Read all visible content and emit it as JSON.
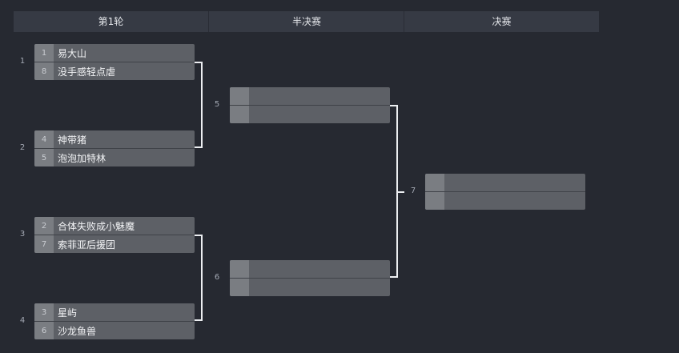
{
  "rounds": [
    {
      "label": "第1轮"
    },
    {
      "label": "半决赛"
    },
    {
      "label": "决赛"
    }
  ],
  "round1": [
    {
      "match_no": "1",
      "top": {
        "seed": "1",
        "team": "易大山"
      },
      "bottom": {
        "seed": "8",
        "team": "没手感轻点虐"
      }
    },
    {
      "match_no": "2",
      "top": {
        "seed": "4",
        "team": "神带猪"
      },
      "bottom": {
        "seed": "5",
        "team": "泡泡加特林"
      }
    },
    {
      "match_no": "3",
      "top": {
        "seed": "2",
        "team": "合体失败成小魅魔"
      },
      "bottom": {
        "seed": "7",
        "team": "索菲亚后援团"
      }
    },
    {
      "match_no": "4",
      "top": {
        "seed": "3",
        "team": "星屿"
      },
      "bottom": {
        "seed": "6",
        "team": "沙龙鱼兽"
      }
    }
  ],
  "semifinal": [
    {
      "match_no": "5"
    },
    {
      "match_no": "6"
    }
  ],
  "final": [
    {
      "match_no": "7"
    }
  ]
}
